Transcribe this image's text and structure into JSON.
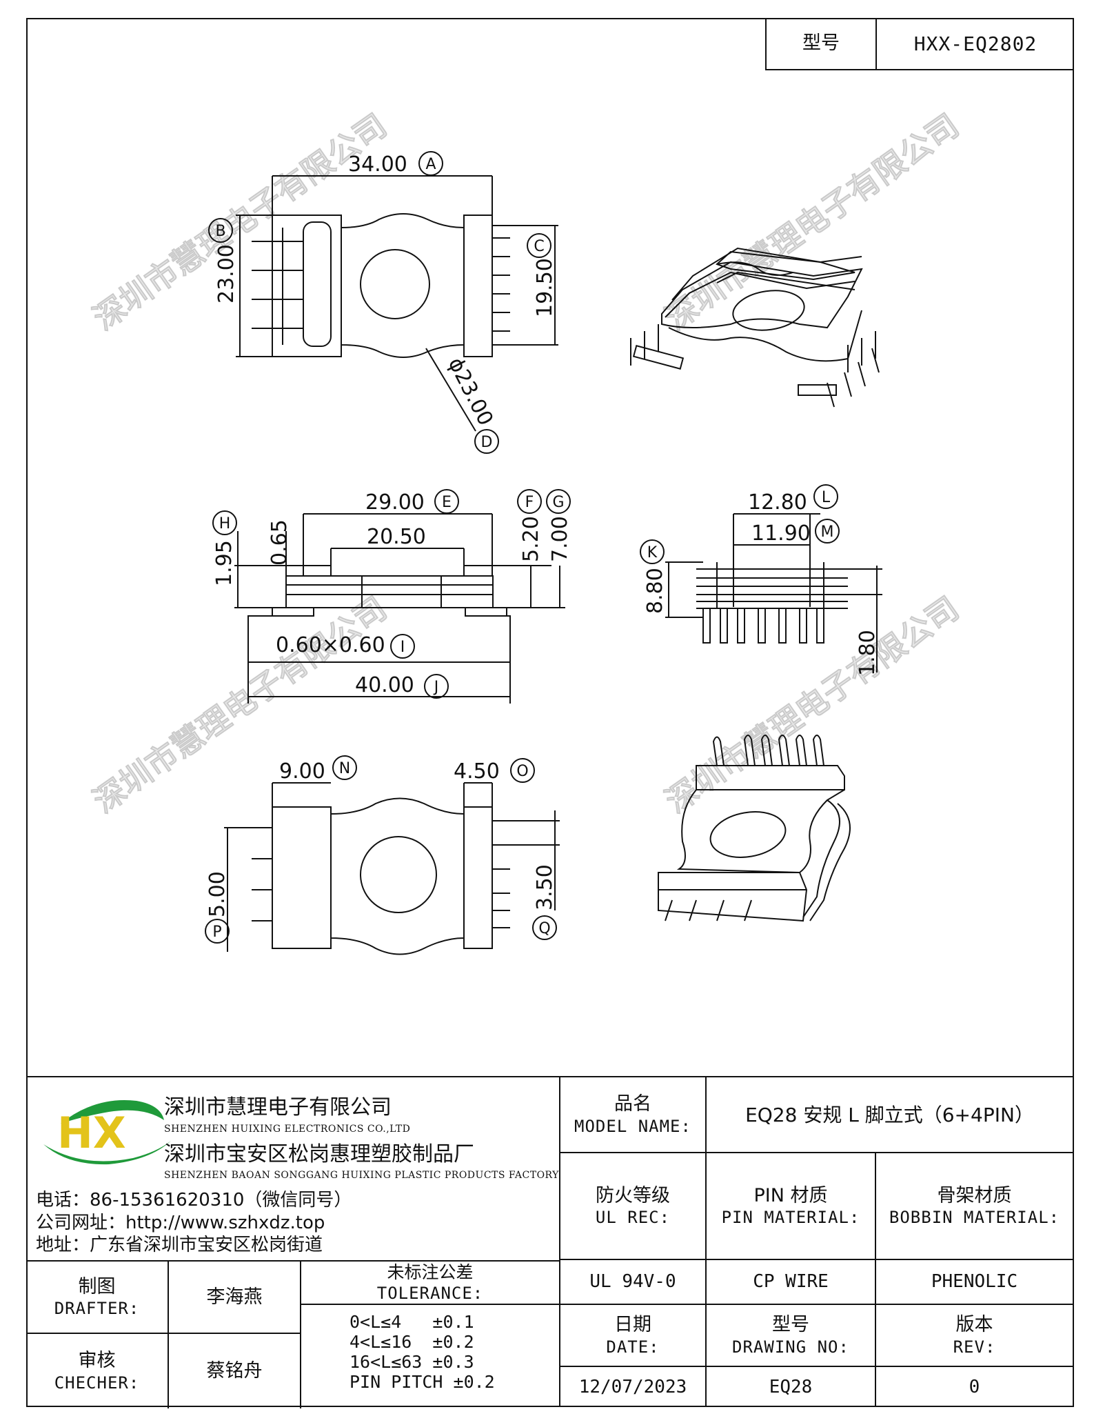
{
  "header": {
    "model_label": "型号",
    "model_value": "HXX-EQ2802"
  },
  "dimensions": {
    "A": "34.00",
    "B": "23.00",
    "C": "19.50",
    "D": "ϕ23.00",
    "E": "29.00",
    "E2": "20.50",
    "F": "5.20",
    "G": "7.00",
    "H": "1.95",
    "H2": "0.65",
    "I": "0.60×0.60",
    "J": "40.00",
    "K": "8.80",
    "L": "12.80",
    "M": "11.90",
    "side_pin": "1.80",
    "N": "9.00",
    "O": "4.50",
    "P": "5.00",
    "Q": "3.50"
  },
  "balloons": [
    "A",
    "B",
    "C",
    "D",
    "E",
    "F",
    "G",
    "H",
    "I",
    "J",
    "K",
    "L",
    "M",
    "N",
    "O",
    "P",
    "Q"
  ],
  "watermark": "深圳市慧理电子有限公司",
  "company": {
    "logo_letters": "HX",
    "name_cn": "深圳市慧理电子有限公司",
    "name_en": "SHENZHEN HUIXING ELECTRONICS CO.,LTD",
    "factory_cn": "深圳市宝安区松岗惠理塑胶制品厂",
    "factory_en": "SHENZHEN BAOAN SONGGANG HUIXING PLASTIC PRODUCTS FACTORY",
    "phone": "电话：86-15361620310（微信同号）",
    "website": "公司网址：http://www.szhxdz.top",
    "address": "地址：广东省深圳市宝安区松岗街道"
  },
  "title_block": {
    "model_name_cn": "品名",
    "model_name_en": "MODEL NAME:",
    "model_name_value": "EQ28 安规 L 脚立式（6+4PIN）",
    "ul_rec_cn": "防火等级",
    "ul_rec_en": "UL REC:",
    "pin_material_cn": "PIN 材质",
    "pin_material_en": "PIN MATERIAL:",
    "bobbin_material_cn": "骨架材质",
    "bobbin_material_en": "BOBBIN MATERIAL:",
    "ul_value": "UL 94V-0",
    "pin_value": "CP WIRE",
    "bobbin_value": "PHENOLIC",
    "drafter_cn": "制图",
    "drafter_en": "DRAFTER:",
    "drafter_value": "李海燕",
    "checker_cn": "审核",
    "checker_en": "CHECHER:",
    "checker_value": "蔡铭舟",
    "tolerance_cn": "未标注公差",
    "tolerance_en": "TOLERANCE:",
    "tolerances": [
      "0<L≤4   ±0.1",
      "4<L≤16  ±0.2",
      "16<L≤63 ±0.3",
      "PIN PITCH ±0.2"
    ],
    "date_cn": "日期",
    "date_en": "DATE:",
    "date_value": "12/07/2023",
    "drawing_no_cn": "型号",
    "drawing_no_en": "DRAWING NO:",
    "drawing_no_value": "EQ28",
    "rev_cn": "版本",
    "rev_en": "REV:",
    "rev_value": "0"
  }
}
